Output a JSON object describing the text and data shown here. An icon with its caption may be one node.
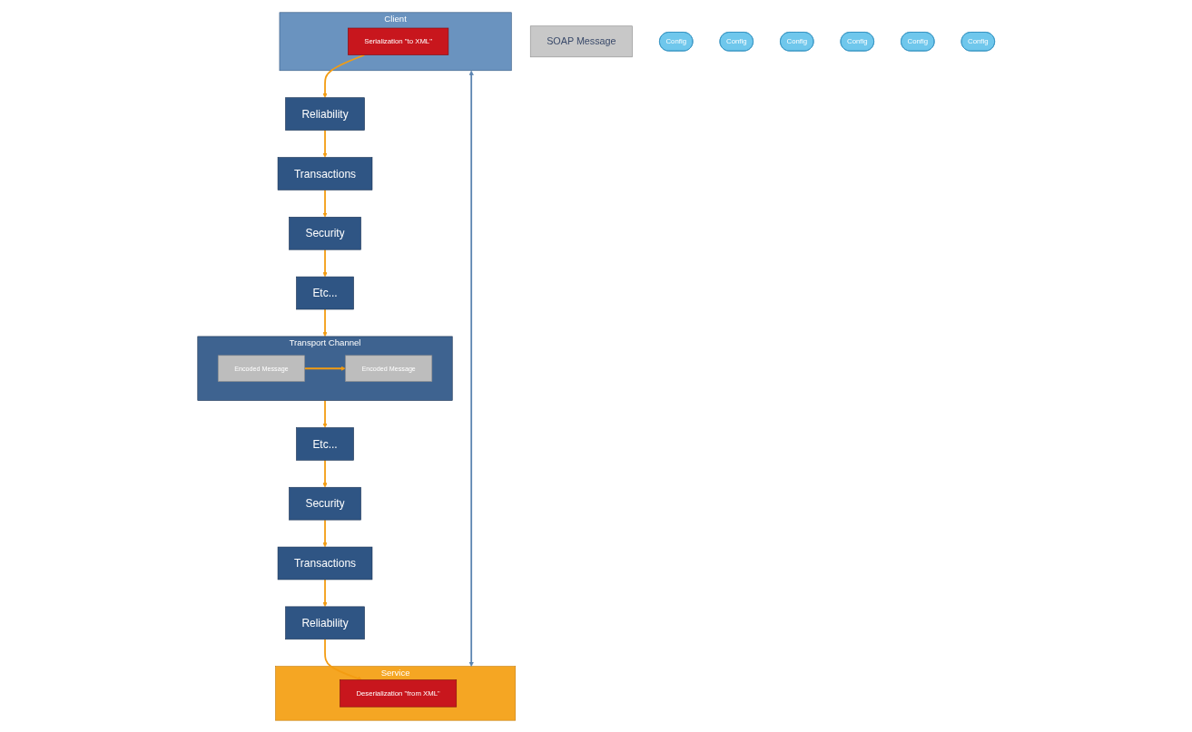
{
  "diagram": {
    "nodes": [
      {
        "text": [
          "SOAP Message"
        ]
      },
      {
        "text": [
          "Client"
        ]
      },
      {
        "text": [
          "Serialization \"to XML\""
        ],
        "in": 1
      },
      {
        "text": [
          "Service"
        ]
      },
      {
        "text": [
          "Deserialization \"from XML\""
        ],
        "in": 3
      },
      {
        "text": [
          "Reliability"
        ]
      },
      {
        "text": [
          "Config"
        ]
      },
      {
        "text": [
          "Transactions"
        ]
      },
      {
        "text": [
          "Config"
        ]
      },
      {
        "text": [
          "Security"
        ]
      },
      {
        "text": [
          "Config"
        ]
      },
      {
        "text": [
          "Etc..."
        ]
      },
      {
        "text": [
          "Reliability"
        ]
      },
      {
        "text": [
          "Config"
        ]
      },
      {
        "text": [
          "Transactions"
        ]
      },
      {
        "text": [
          "Config"
        ]
      },
      {
        "text": [
          "Security"
        ]
      },
      {
        "text": [
          "Config"
        ]
      },
      {
        "text": [
          "Etc..."
        ]
      },
      {
        "text": [
          "Transport Channel"
        ]
      },
      {
        "text": [
          "Encoded Message"
        ],
        "in": 19
      },
      {
        "text": [
          "Encoded Message"
        ],
        "in": 19
      }
    ],
    "edges": [
      {
        "from": 1,
        "to": 3,
        "arrow": "both",
        "color": "#5b84b1"
      },
      {
        "from": 2,
        "to": 5,
        "arrow": "to"
      },
      {
        "from": 5,
        "to": 7,
        "arrow": "to"
      },
      {
        "from": 7,
        "to": 9,
        "arrow": "to"
      },
      {
        "from": 9,
        "to": 11,
        "arrow": "to"
      },
      {
        "from": 11,
        "to": 19,
        "arrow": "to"
      },
      {
        "from": 20,
        "to": 21,
        "arrow": "to"
      },
      {
        "from": 19,
        "to": 18,
        "arrow": "to"
      },
      {
        "from": 18,
        "to": 16,
        "arrow": "to"
      },
      {
        "from": 16,
        "to": 14,
        "arrow": "to"
      },
      {
        "from": 14,
        "to": 12,
        "arrow": "to"
      },
      {
        "from": 12,
        "to": 4,
        "arrow": "to"
      }
    ]
  }
}
